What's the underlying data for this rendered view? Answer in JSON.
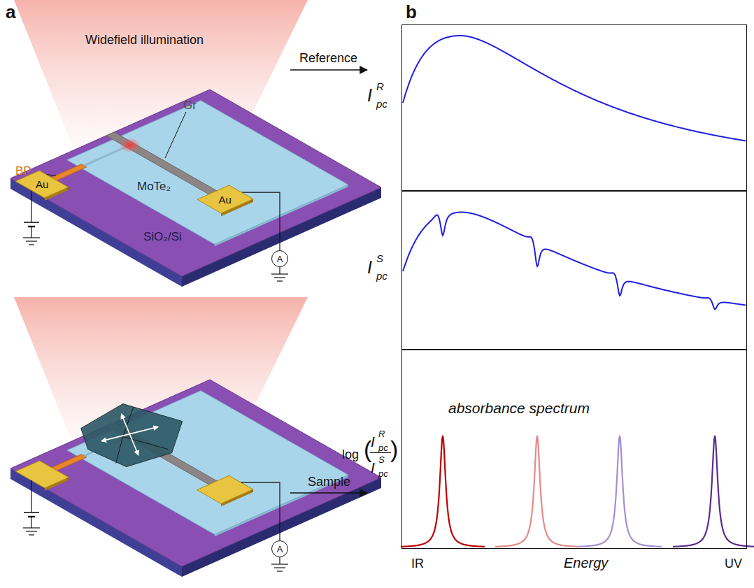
{
  "diagram": {
    "nodes": [
      {
        "text": [
          "Au"
        ]
      },
      {
        "text": [
          "Au"
        ]
      },
      {
        "text": [
          "A"
        ]
      },
      {
        "text": [
          "A"
        ]
      },
      {
        "text": [
          "I",
          "pc",
          "R"
        ]
      },
      {
        "text": [
          "I",
          "pc",
          "S"
        ]
      },
      {
        "text": [
          "log",
          "(",
          "I",
          "pc",
          "R",
          "I",
          "pc",
          "S",
          ")",
          "absorbance spectrum"
        ]
      }
    ],
    "labels": [
      "a",
      "b",
      "Widefield illumination",
      "BP",
      "Gr",
      "MoTe₂",
      "SiO₂/Si",
      "Reference",
      "Sample",
      "IR",
      "Energy",
      "UV"
    ]
  }
}
